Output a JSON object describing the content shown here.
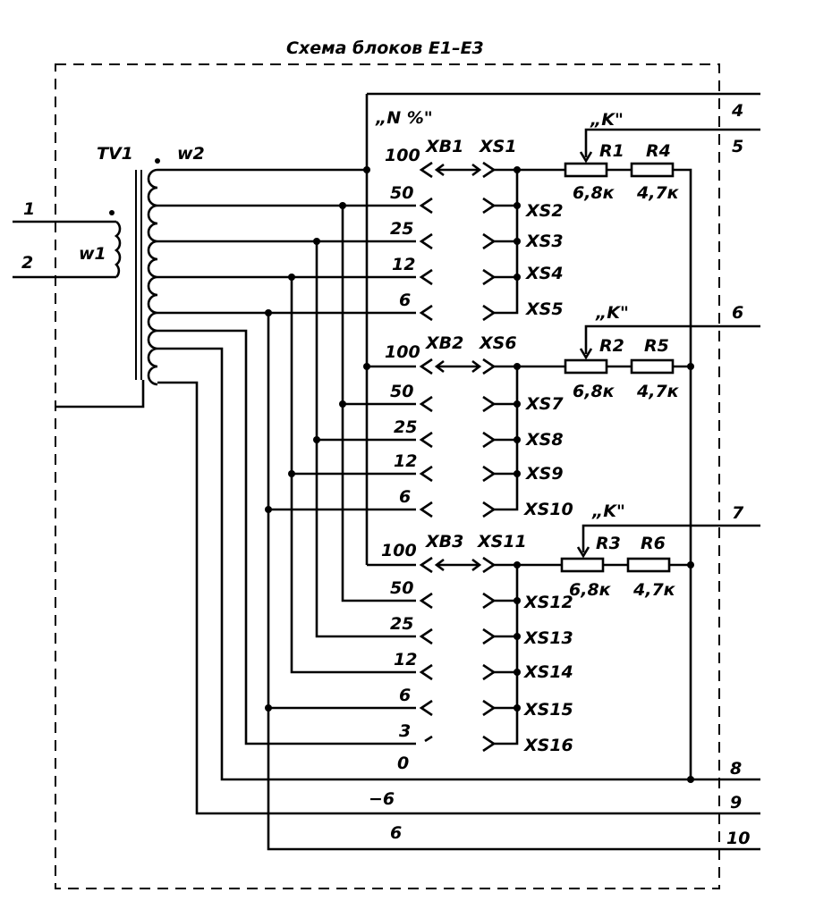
{
  "title": "Схема блоков Е1–Е3",
  "transformer": {
    "name": "TV1",
    "primary": "w1",
    "secondary": "w2"
  },
  "terminals": {
    "t1": "1",
    "t2": "2",
    "t4": "4",
    "t5": "5",
    "t6": "6",
    "t7": "7",
    "t8": "8",
    "t9": "9",
    "t10": "10"
  },
  "n_label": "„N %\"",
  "k_label": "„K\"",
  "blocks": [
    {
      "plug": "XB1",
      "sockets": [
        "XS1",
        "XS2",
        "XS3",
        "XS4",
        "XS5"
      ],
      "taps": [
        "100",
        "50",
        "25",
        "12",
        "6"
      ],
      "pot": "R1",
      "pot_val": "6,8к",
      "res": "R4",
      "res_val": "4,7к"
    },
    {
      "plug": "XB2",
      "sockets": [
        "XS6",
        "XS7",
        "XS8",
        "XS9",
        "XS10"
      ],
      "taps": [
        "100",
        "50",
        "25",
        "12",
        "6"
      ],
      "pot": "R2",
      "pot_val": "6,8к",
      "res": "R5",
      "res_val": "4,7к"
    },
    {
      "plug": "XB3",
      "sockets": [
        "XS11",
        "XS12",
        "XS13",
        "XS14",
        "XS15",
        "XS16"
      ],
      "taps": [
        "100",
        "50",
        "25",
        "12",
        "6",
        "3"
      ],
      "pot": "R3",
      "pot_val": "6,8к",
      "res": "R6",
      "res_val": "4,7к"
    }
  ],
  "bottom_labels": {
    "zero": "0",
    "minus6": "−6",
    "six": "6"
  }
}
